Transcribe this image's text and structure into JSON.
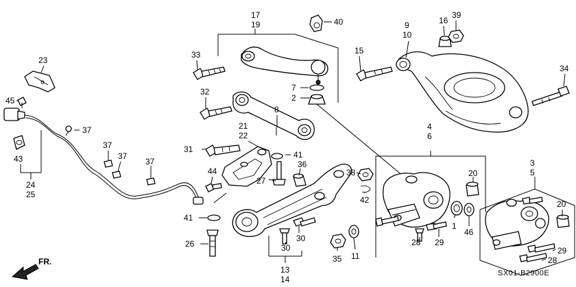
{
  "diagram": {
    "callouts": [
      {
        "id": "c17",
        "text": "17"
      },
      {
        "id": "c19",
        "text": "19"
      },
      {
        "id": "c40",
        "text": "40"
      },
      {
        "id": "c9",
        "text": "9"
      },
      {
        "id": "c10",
        "text": "10"
      },
      {
        "id": "c16",
        "text": "16"
      },
      {
        "id": "c39",
        "text": "39"
      },
      {
        "id": "c23",
        "text": "23"
      },
      {
        "id": "c33",
        "text": "33"
      },
      {
        "id": "c15",
        "text": "15"
      },
      {
        "id": "c7",
        "text": "7"
      },
      {
        "id": "c2",
        "text": "2"
      },
      {
        "id": "c34",
        "text": "34"
      },
      {
        "id": "c32",
        "text": "32"
      },
      {
        "id": "c45",
        "text": "45"
      },
      {
        "id": "c37a",
        "text": "37"
      },
      {
        "id": "c8",
        "text": "8"
      },
      {
        "id": "c21",
        "text": "21"
      },
      {
        "id": "c22",
        "text": "22"
      },
      {
        "id": "c4",
        "text": "4"
      },
      {
        "id": "c6",
        "text": "6"
      },
      {
        "id": "c31",
        "text": "31"
      },
      {
        "id": "c41a",
        "text": "41"
      },
      {
        "id": "c37b",
        "text": "37"
      },
      {
        "id": "c37c",
        "text": "37"
      },
      {
        "id": "c37d",
        "text": "37"
      },
      {
        "id": "c43",
        "text": "43"
      },
      {
        "id": "c44",
        "text": "44"
      },
      {
        "id": "c36",
        "text": "36"
      },
      {
        "id": "c27",
        "text": "27"
      },
      {
        "id": "c38",
        "text": "38"
      },
      {
        "id": "c20a",
        "text": "20"
      },
      {
        "id": "c3",
        "text": "3"
      },
      {
        "id": "c5",
        "text": "5"
      },
      {
        "id": "c24",
        "text": "24"
      },
      {
        "id": "c25",
        "text": "25"
      },
      {
        "id": "c42",
        "text": "42"
      },
      {
        "id": "c20b",
        "text": "20"
      },
      {
        "id": "c41b",
        "text": "41"
      },
      {
        "id": "c1",
        "text": "1"
      },
      {
        "id": "c46",
        "text": "46"
      },
      {
        "id": "c26",
        "text": "26"
      },
      {
        "id": "c30a",
        "text": "30"
      },
      {
        "id": "c30b",
        "text": "30"
      },
      {
        "id": "c28a",
        "text": "28"
      },
      {
        "id": "c29a",
        "text": "29"
      },
      {
        "id": "c29b",
        "text": "29"
      },
      {
        "id": "c28b",
        "text": "28"
      },
      {
        "id": "c35",
        "text": "35"
      },
      {
        "id": "c11",
        "text": "11"
      },
      {
        "id": "c13",
        "text": "13"
      },
      {
        "id": "c14",
        "text": "14"
      }
    ],
    "direction_label": "FR.",
    "drawing_code": "SX01-B2900E"
  }
}
